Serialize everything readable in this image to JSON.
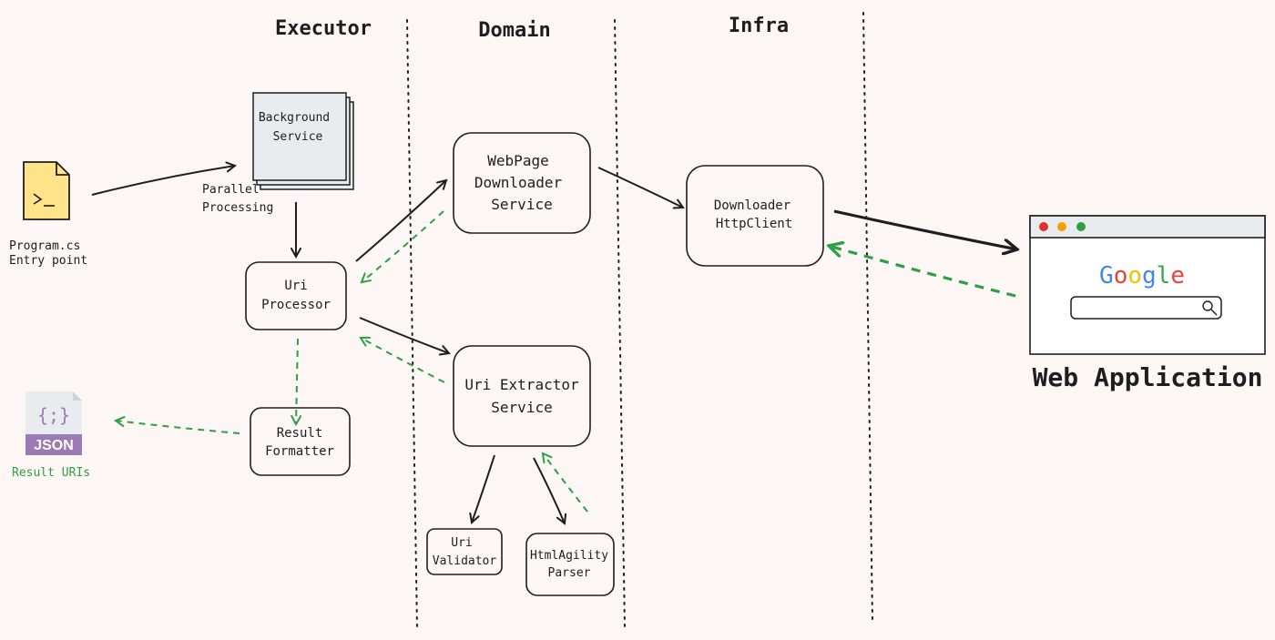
{
  "lanes": {
    "executor": "Executor",
    "domain": "Domain",
    "infra": "Infra"
  },
  "nodes": {
    "program": {
      "line1": "Program.cs",
      "line2": "Entry point"
    },
    "background_service": {
      "line1": "Background",
      "line2": "Service"
    },
    "parallel_processing": {
      "line1": "Parallel",
      "line2": "Processing"
    },
    "uri_processor": {
      "line1": "Uri",
      "line2": "Processor"
    },
    "result_formatter": {
      "line1": "Result",
      "line2": "Formatter"
    },
    "json_file": {
      "icon_text": "{;}",
      "badge": "JSON",
      "caption": "Result URIs"
    },
    "webpage_downloader": {
      "line1": "WebPage",
      "line2": "Downloader",
      "line3": "Service"
    },
    "uri_extractor": {
      "line1": "Uri Extractor",
      "line2": "Service"
    },
    "uri_validator": {
      "line1": "Uri",
      "line2": "Validator"
    },
    "htmlagility_parser": {
      "line1": "HtmlAgility",
      "line2": "Parser"
    },
    "downloader_httpclient": {
      "line1": "Downloader",
      "line2": "HttpClient"
    },
    "web_application": {
      "label": "Web Application",
      "logo": [
        "G",
        "o",
        "o",
        "g",
        "l",
        "e"
      ]
    }
  },
  "colors": {
    "background": "#fcf7f4",
    "stroke": "#1e1e1e",
    "response_arrow": "#2f9e44",
    "program_file": "#ffe38a",
    "json_badge": "#9a7bb5"
  },
  "icons": {
    "program": "terminal-file-icon",
    "json": "json-file-icon",
    "search": "magnifier-icon"
  }
}
